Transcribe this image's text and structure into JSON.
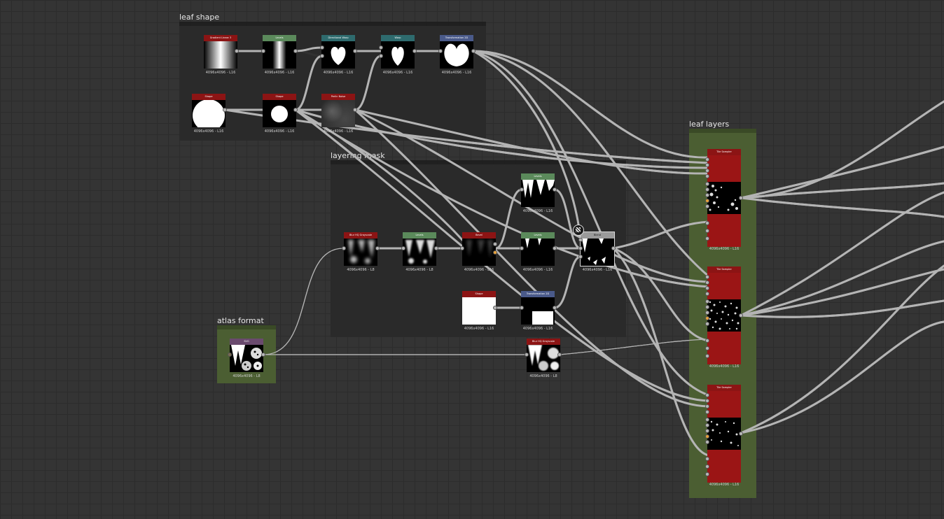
{
  "frames": {
    "leaf_shape": {
      "title": "leaf shape"
    },
    "layering_mask": {
      "title": "layering mask"
    },
    "atlas_format": {
      "title": "atlas format"
    },
    "leaf_layers": {
      "title": "leaf layers"
    }
  },
  "colors": {
    "canvas": "#343434",
    "frame_dark": "#2a2a2a",
    "frame_green": "#4b5e32",
    "wire": "#b4b4b4",
    "header_red": "#8c1414",
    "header_green": "#5b8a5b",
    "header_teal": "#2e6b6e",
    "header_blue": "#4a5a8a",
    "header_purple": "#6a4a6e",
    "header_gray": "#9a9a9a",
    "pin_orange": "#e8a23a"
  },
  "nodes": {
    "gradient": {
      "label": "Gradient Linear 3",
      "caption": "4096x4096 - L16",
      "icon": "gradient-thumbnail"
    },
    "levels1": {
      "label": "Levels",
      "caption": "4096x4096 - L16",
      "icon": "gradient-strip-thumbnail"
    },
    "dirwarp": {
      "label": "Directional Warp",
      "caption": "4096x4096 - L16",
      "icon": "heart-thumbnail"
    },
    "warp": {
      "label": "Warp",
      "caption": "4096x4096 - L16",
      "icon": "heart-thumbnail"
    },
    "transform1": {
      "label": "Transformation 2D",
      "caption": "4096x4096 - L16",
      "icon": "heart-thumbnail"
    },
    "shape1": {
      "label": "Shape",
      "caption": "4096x4096 - L16",
      "icon": "circle-thumbnail"
    },
    "shape2": {
      "label": "Shape",
      "caption": "4096x4096 - L16",
      "icon": "circle-thumbnail"
    },
    "perlin": {
      "label": "Perlin Noise",
      "caption": "4096x4096 - L16",
      "icon": "noise-thumbnail"
    },
    "blurhq1": {
      "label": "Blur HQ Grayscale",
      "caption": "4096x4096 - L8",
      "icon": "blur-thumbnail"
    },
    "levels2": {
      "label": "Levels",
      "caption": "4096x4096 - L8",
      "icon": "spikes-thumbnail"
    },
    "bevel": {
      "label": "Bevel",
      "caption": "4096x4096 - L16",
      "icon": "dark-thumbnail"
    },
    "levels3": {
      "label": "Levels",
      "caption": "4096x4096 - L16",
      "icon": "spikes-thumbnail"
    },
    "levels4": {
      "label": "Levels",
      "caption": "4096x4096 - L16",
      "icon": "spikes-thumbnail"
    },
    "blend": {
      "label": "Blend",
      "caption": "4096x4096 - L16",
      "icon": "spikes-thumbnail"
    },
    "shape3": {
      "label": "Shape",
      "caption": "4096x4096 - L16",
      "icon": "white-square-thumbnail"
    },
    "transform2": {
      "label": "Transformation 2D",
      "caption": "4096x4096 - L16",
      "icon": "square-thumbnail"
    },
    "svg": {
      "label": "SVG",
      "caption": "4096x4096 - L8",
      "icon": "atlas-thumbnail"
    },
    "blurhq2": {
      "label": "Blur HQ Grayscale",
      "caption": "4096x4096 - L8",
      "icon": "atlas-thumbnail"
    }
  },
  "tiles": [
    {
      "label": "Tile Sampler",
      "caption": "4096x4096 - L16"
    },
    {
      "label": "Tile Sampler",
      "caption": "4096x4096 - L16"
    },
    {
      "label": "Tile Sampler",
      "caption": "4096x4096 - L16"
    }
  ]
}
